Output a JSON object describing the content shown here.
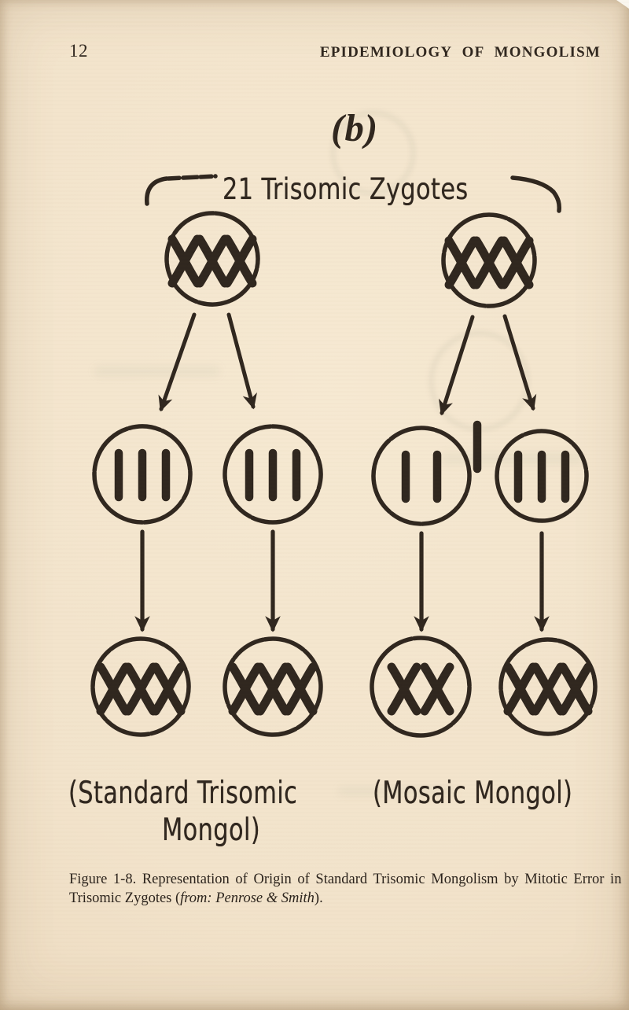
{
  "page": {
    "page_number": "12",
    "running_header": "EPIDEMIOLOGY OF MONGOLISM"
  },
  "figure": {
    "panel_label": "(b)",
    "diagram_title": "21 Trisomic Zygotes",
    "left_result_label_line1": "(Standard Trisomic",
    "left_result_label_line2": "Mongol)",
    "right_result_label": "(Mosaic Mongol)",
    "caption_line1": "Figure 1-8. Representation of Origin of Standard Trisomic Mongolism by Mitotic Error in",
    "caption_line2_prefix": "Trisomic Zygotes (",
    "caption_line2_italic": "from: Penrose & Smith",
    "caption_line2_suffix": ")."
  },
  "colors": {
    "paper": "#f2e3cb",
    "ink": "#30271f"
  },
  "diagram": {
    "zygote_row": [
      {
        "id": "trisomic-zygote-left",
        "glyph": "x-chromosome",
        "chromosome_count": 3
      },
      {
        "id": "trisomic-zygote-right",
        "glyph": "x-chromosome",
        "chromosome_count": 3
      }
    ],
    "anaphase_row": [
      {
        "id": "daughter-cell-1",
        "glyph": "chromatid",
        "chromatid_count": 3
      },
      {
        "id": "daughter-cell-2",
        "glyph": "chromatid",
        "chromatid_count": 3
      },
      {
        "id": "daughter-cell-3",
        "glyph": "chromatid",
        "chromatid_count": 2
      },
      {
        "id": "daughter-cell-4",
        "glyph": "chromatid",
        "chromatid_count": 3
      }
    ],
    "lost_chromatid": {
      "present": true,
      "glyph": "chromatid"
    },
    "result_row": [
      {
        "id": "result-cell-1",
        "glyph": "x-chromosome",
        "chromosome_count": 3
      },
      {
        "id": "result-cell-2",
        "glyph": "x-chromosome",
        "chromosome_count": 3
      },
      {
        "id": "result-cell-3",
        "glyph": "x-chromosome",
        "chromosome_count": 2
      },
      {
        "id": "result-cell-4",
        "glyph": "x-chromosome",
        "chromosome_count": 3
      }
    ]
  }
}
